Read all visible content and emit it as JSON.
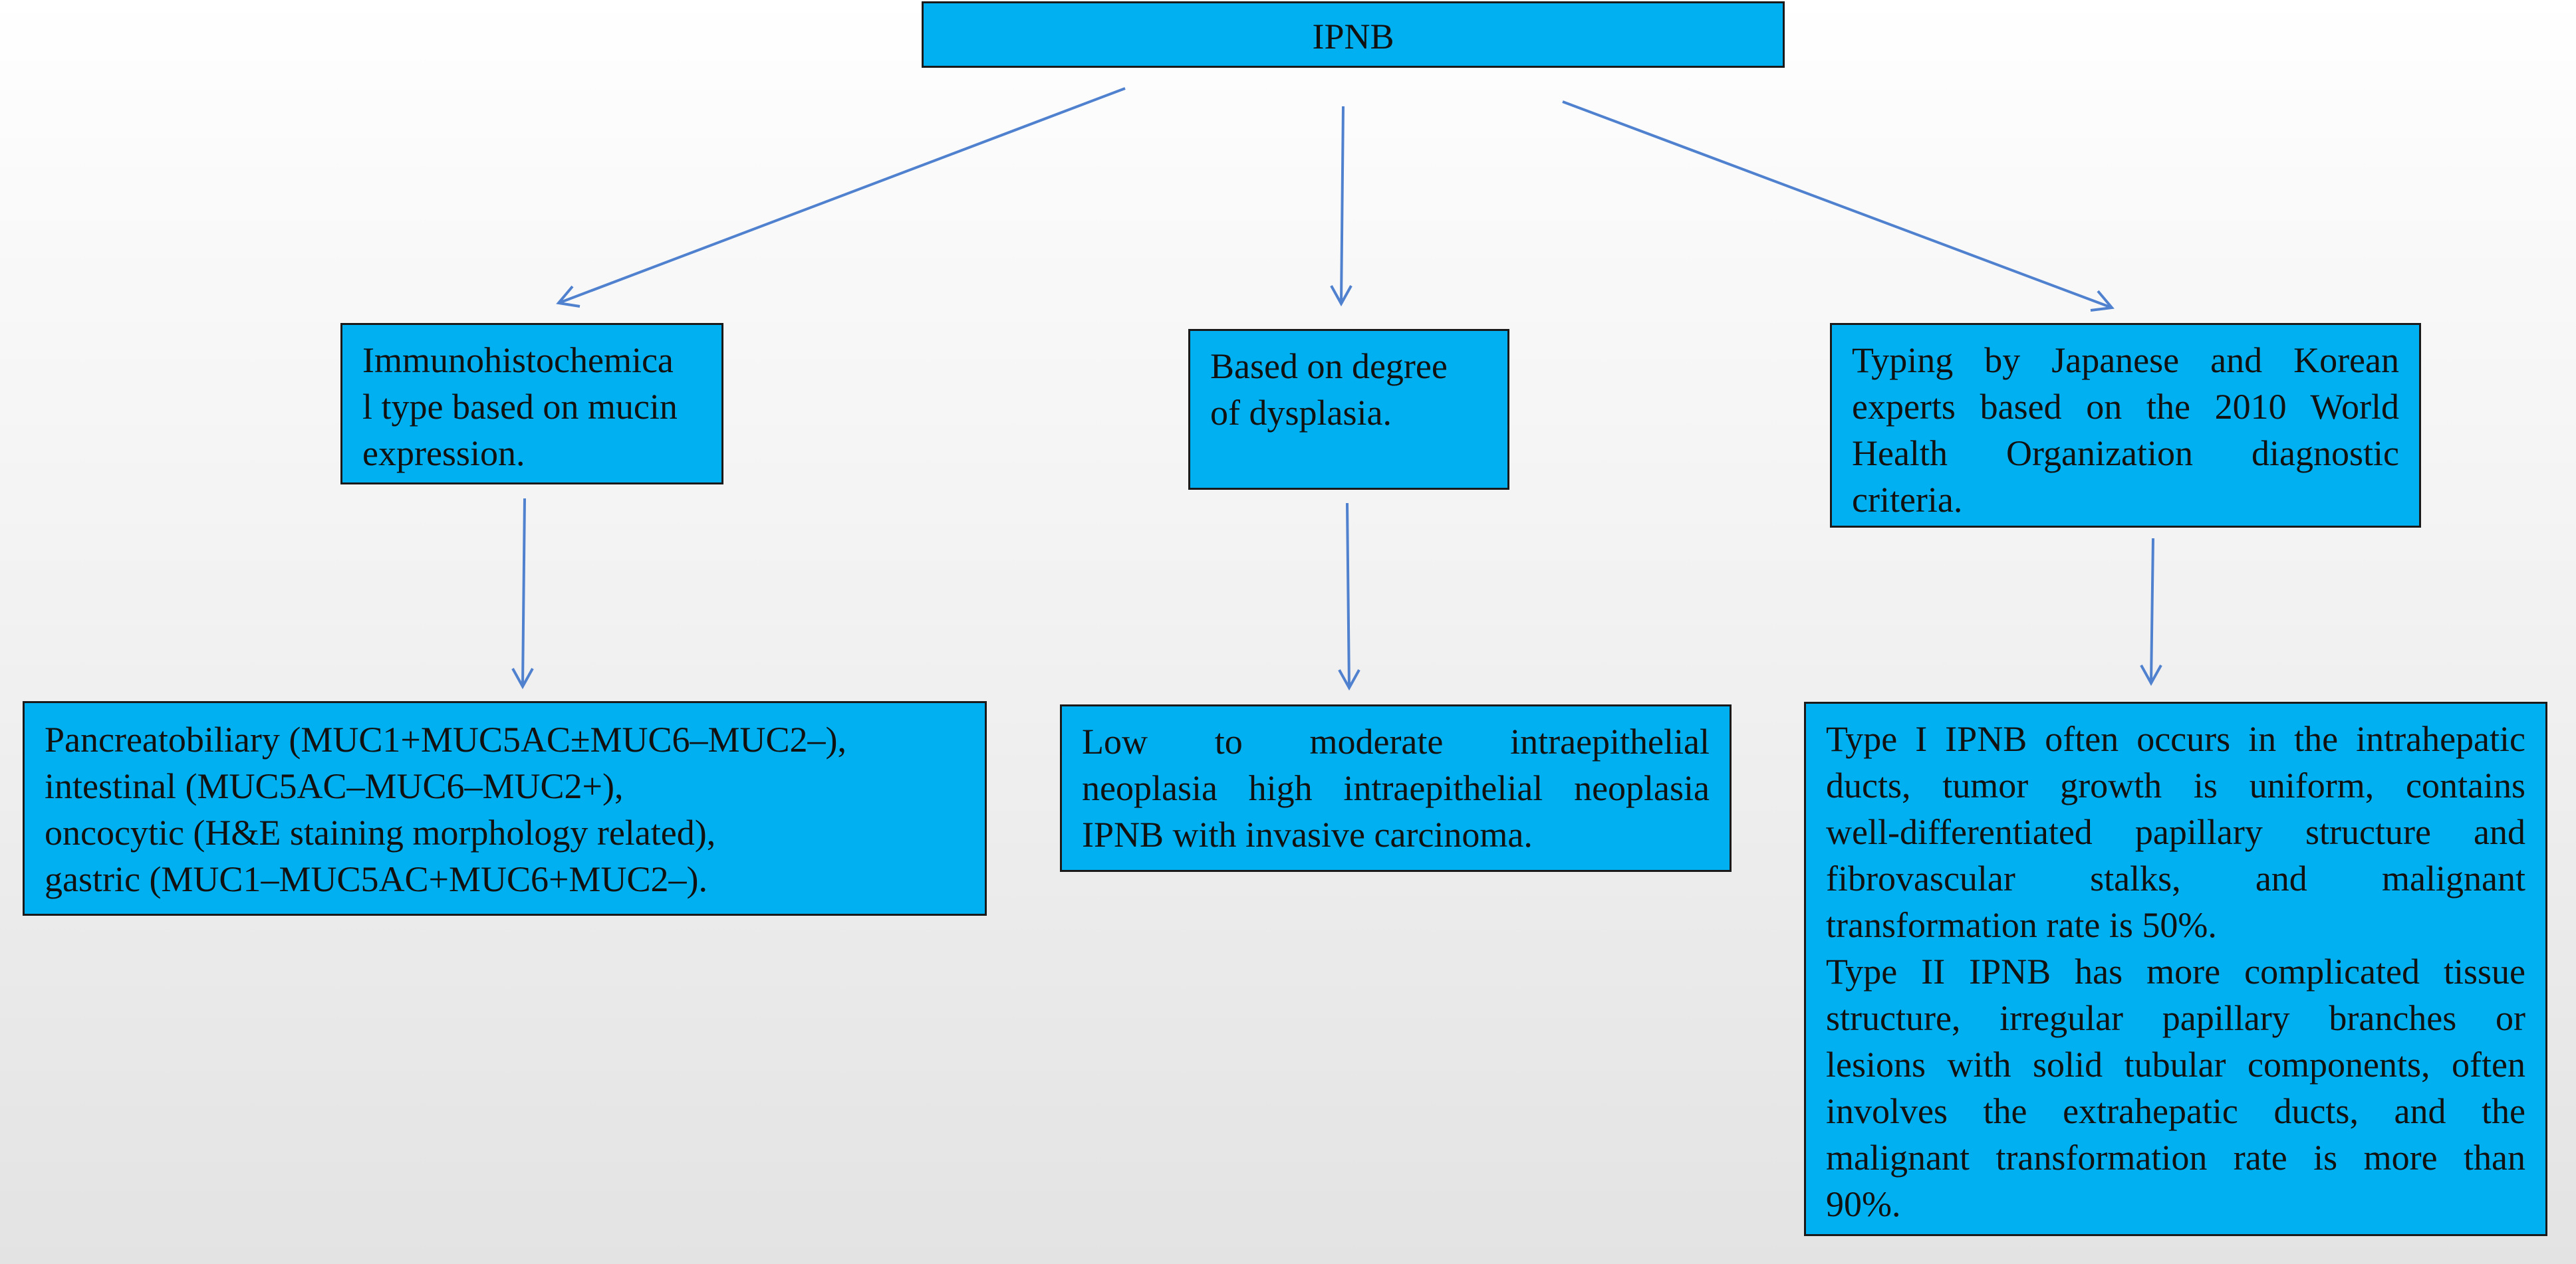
{
  "root": {
    "label": "IPNB"
  },
  "classifications": [
    {
      "lines": [
        "Immunohistochemica",
        "l type based on mucin",
        "expression."
      ]
    },
    {
      "lines": [
        "Based on degree",
        "of dysplasia."
      ]
    },
    {
      "lines": [
        "Typing by Japanese and Korean",
        "experts based on the 2010 World",
        "Health Organization diagnostic",
        "criteria."
      ]
    }
  ],
  "details": [
    {
      "lines": [
        "Pancreatobiliary (MUC1+MUC5AC±MUC6–MUC2–),",
        "intestinal (MUC5AC–MUC6–MUC2+),",
        "oncocytic (H&E staining morphology related),",
        "gastric (MUC1–MUC5AC+MUC6+MUC2–)."
      ]
    },
    {
      "lines": [
        "Low to moderate intraepithelial",
        "neoplasia high intraepithelial neoplasia",
        "IPNB with invasive carcinoma."
      ]
    },
    {
      "lines": [
        "Type I IPNB often occurs in the intrahepatic",
        "ducts, tumor growth is uniform, contains",
        "well-differentiated papillary structure and",
        "fibrovascular stalks, and malignant",
        "transformation rate is 50%.",
        "Type II IPNB has more complicated tissue",
        "structure, irregular papillary branches or",
        "lesions with solid tubular components, often",
        "involves the extrahepatic ducts, and the",
        "malignant transformation rate is more than",
        "90%."
      ]
    }
  ],
  "colors": {
    "box_fill": "#00b0f0",
    "box_border": "#1a1a1a",
    "arrow": "#4f81cf"
  }
}
